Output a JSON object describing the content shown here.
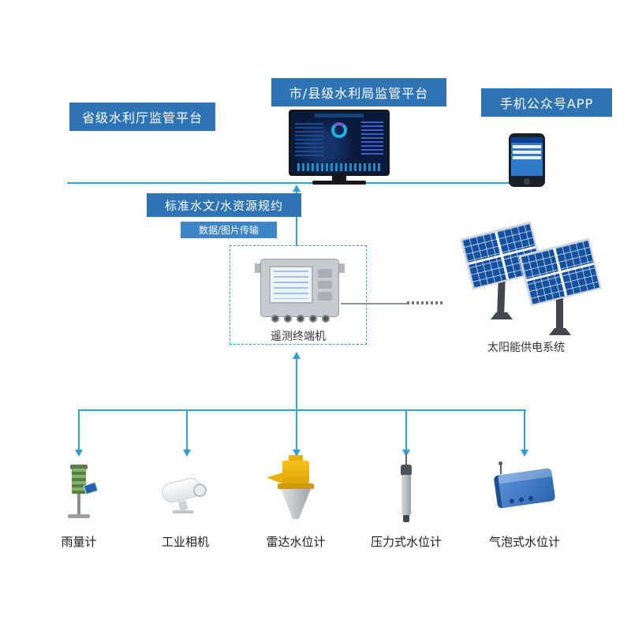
{
  "colors": {
    "box_blue": "#2e74b5",
    "line_blue": "#2f9fd8",
    "solar_blue": "#1450a0"
  },
  "platforms": {
    "provincial": "省级水利厅监管平台",
    "city_county": "市/县级水利局监管平台",
    "mobile_app": "手机公众号APP"
  },
  "links": {
    "protocol": "标准水文/水资源规约",
    "transmission": "数据/图片传输"
  },
  "rtu": {
    "label": "遥测终端机",
    "icon": "rtu-terminal-icon"
  },
  "solar": {
    "label": "太阳能供电系统",
    "icon": "solar-panel-icon"
  },
  "display_icons": {
    "monitor": "monitor-dashboard-icon",
    "phone": "smartphone-app-icon"
  },
  "devices": [
    {
      "label": "雨量计",
      "icon": "rain-gauge-icon"
    },
    {
      "label": "工业相机",
      "icon": "industrial-camera-icon"
    },
    {
      "label": "雷达水位计",
      "icon": "radar-level-gauge-icon"
    },
    {
      "label": "压力式水位计",
      "icon": "pressure-level-gauge-icon"
    },
    {
      "label": "气泡式水位计",
      "icon": "bubble-level-gauge-icon"
    }
  ]
}
